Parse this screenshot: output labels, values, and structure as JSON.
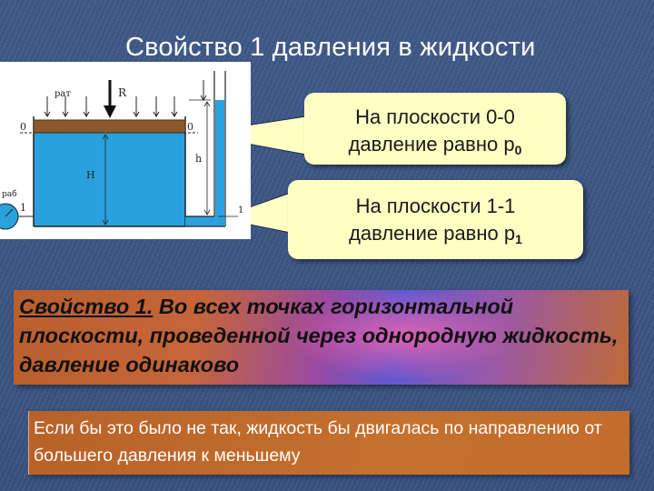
{
  "slide": {
    "title": "Свойство 1 давления в жидкости"
  },
  "figure": {
    "labels": {
      "p_at": "pат",
      "R": "R",
      "zero_left": "0",
      "zero_right": "0",
      "h": "h",
      "H": "H",
      "p_ab": "pаб",
      "one_left": "1",
      "one_right": "1"
    }
  },
  "callouts": [
    {
      "text": "На плоскости 0-0",
      "text2": "давление равно p",
      "sub": "0"
    },
    {
      "text": "На плоскости 1-1",
      "text2": "давление равно p",
      "sub": "1"
    }
  ],
  "property": {
    "prefix": "Свойство 1",
    "separator": ".",
    "body": " Во всех точках горизонтальной плоскости, проведенной через однородную жидкость, давление одинаково"
  },
  "note": {
    "text": "Если бы это было не так, жидкость бы двигалась по направлению от большего давления к меньшему"
  },
  "colors": {
    "background": "#3d5685",
    "callout_fill": "#ffffc4",
    "water": "#2aa0dc",
    "piston": "#8b5a2b"
  }
}
